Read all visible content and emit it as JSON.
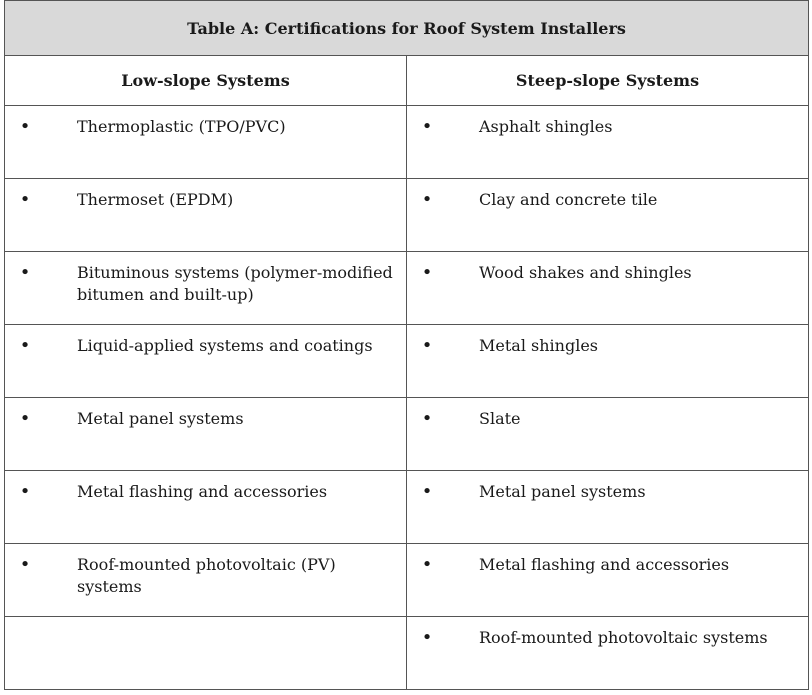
{
  "table": {
    "title": "Table A:  Certifications for Roof System Installers",
    "headers": {
      "low_slope": "Low-slope Systems",
      "steep_slope": "Steep-slope Systems"
    },
    "bullet": "•",
    "rows": [
      {
        "low": "Thermoplastic (TPO/PVC)",
        "steep": "Asphalt shingles"
      },
      {
        "low": "Thermoset (EPDM)",
        "steep": "Clay and concrete tile"
      },
      {
        "low": "Bituminous systems (polymer-modified bitumen and built-up)",
        "steep": "Wood shakes and shingles"
      },
      {
        "low": "Liquid-applied systems and coatings",
        "steep": "Metal shingles"
      },
      {
        "low": "Metal panel systems",
        "steep": "Slate"
      },
      {
        "low": "Metal flashing and accessories",
        "steep": "Metal panel systems"
      },
      {
        "low": "Roof-mounted photovoltaic (PV) systems",
        "steep": "Metal flashing and accessories"
      },
      {
        "low": "",
        "steep": "Roof-mounted photovoltaic systems"
      }
    ]
  },
  "colors": {
    "title_background": "#d9d9d9",
    "border": "#555555",
    "text": "#1a1a1a"
  }
}
